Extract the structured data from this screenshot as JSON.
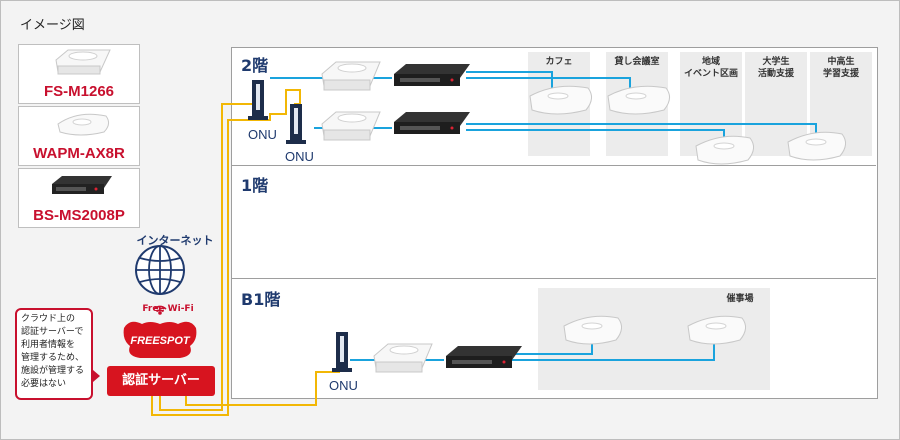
{
  "title": "イメージ図",
  "legend": [
    {
      "label": "FS-M1266"
    },
    {
      "label": "WAPM-AX8R"
    },
    {
      "label": "BS-MS2008P"
    }
  ],
  "floors": [
    {
      "label": "2階"
    },
    {
      "label": "1階"
    },
    {
      "label": "B1階"
    }
  ],
  "zones": {
    "cafe": "カフェ",
    "rental_room": "貸し会議室",
    "local_event": [
      "地域",
      "イベント区画"
    ],
    "university": [
      "大学生",
      "活動支援"
    ],
    "high_school": [
      "中高生",
      "学習支援"
    ],
    "catering": "催事場"
  },
  "onu_label": "ONU",
  "internet_label": "インターネット",
  "freespot": {
    "wifi_label": "Free  Wi-Fi",
    "logo_text": "FREESPOT"
  },
  "auth_server_label": "認証サーバー",
  "note_lines": [
    "クラウド上の",
    "認証サーバーで",
    "利用者情報を",
    "管理するため、",
    "施設が管理する",
    "必要はない"
  ],
  "colors": {
    "cable_blue": "#1aa3dd",
    "cable_yellow": "#f2b705",
    "brand_red": "#c8102e",
    "floor_text": "#1f3a6e"
  }
}
